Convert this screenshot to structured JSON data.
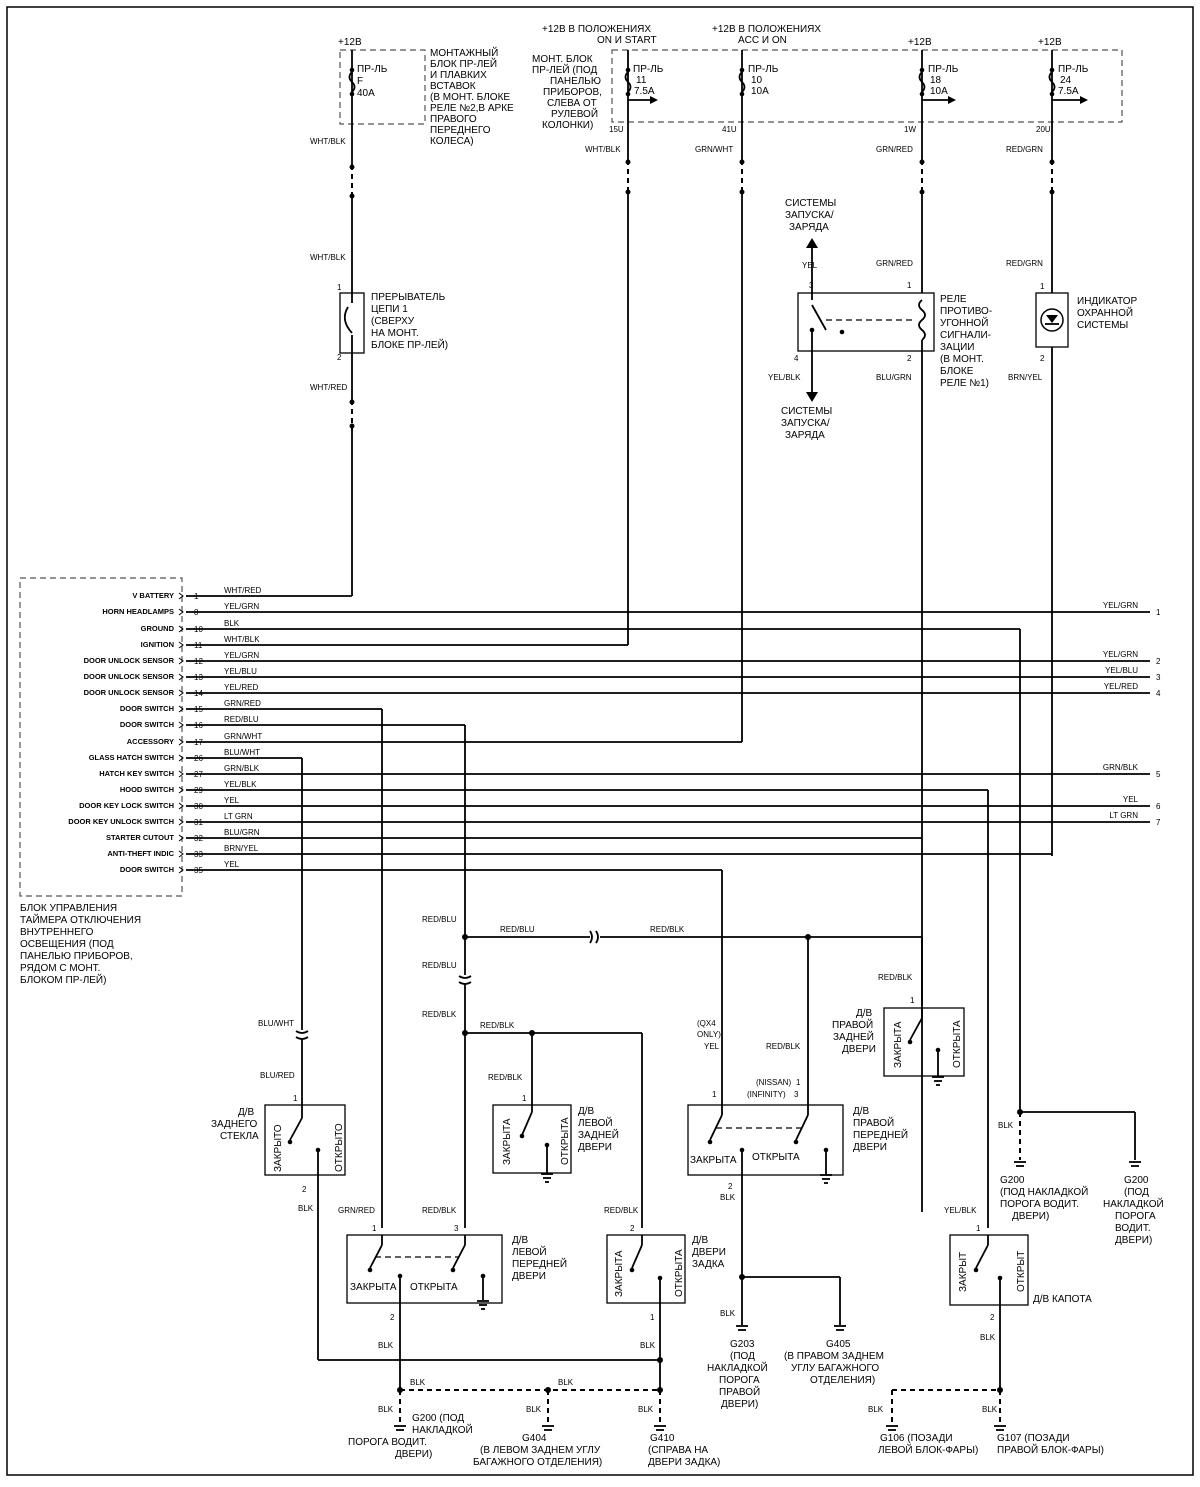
{
  "power": {
    "b12": "+12В",
    "b12_start": "+12В В ПОЛОЖЕНИЯХ",
    "b12_start2": "ON И START",
    "b12_acc": "+12В В ПОЛОЖЕНИЯХ",
    "b12_acc2": "ACC И ON"
  },
  "fuseblock_main": [
    "МОНТАЖНЫЙ",
    "БЛОК ПР-ЛЕЙ",
    "И ПЛАВКИХ",
    "ВСТАВОК",
    "(В МОНТ. БЛОКЕ",
    "РЕЛЕ №2,В АРКЕ",
    "ПРАВОГО",
    "ПЕРЕДНЕГО",
    "КОЛЕСА)"
  ],
  "fuseblock_dash": [
    "МОНТ. БЛОК",
    "ПР-ЛЕЙ (ПОД",
    "ПАНЕЛЬЮ",
    "ПРИБОРОВ,",
    "СЛЕВА ОТ",
    "РУЛЕВОЙ",
    "КОЛОНКИ)"
  ],
  "fuses": [
    {
      "l1": "ПР-ЛЬ",
      "l2": "F",
      "l3": "40A"
    },
    {
      "l1": "ПР-ЛЬ",
      "l2": "11",
      "l3": "7.5A"
    },
    {
      "l1": "ПР-ЛЬ",
      "l2": "10",
      "l3": "10A"
    },
    {
      "l1": "ПР-ЛЬ",
      "l2": "18",
      "l3": "10A"
    },
    {
      "l1": "ПР-ЛЬ",
      "l2": "24",
      "l3": "7.5A"
    }
  ],
  "conn": {
    "c15u": "15U",
    "c41u": "41U",
    "c1w": "1W",
    "c20u": "20U"
  },
  "wires": {
    "wht_blk": "WHT/BLK",
    "grn_wht": "GRN/WHT",
    "grn_red": "GRN/RED",
    "red_grn": "RED/GRN",
    "wht_red": "WHT/RED",
    "yel": "YEL",
    "yel_blk": "YEL/BLK",
    "blu_grn": "BLU/GRN",
    "brn_yel": "BRN/YEL",
    "red_blu": "RED/BLU",
    "red_blk": "RED/BLK",
    "blu_wht": "BLU/WHT",
    "blu_red": "BLU/RED",
    "blk": "BLK",
    "grn_blk": "GRN/BLK",
    "lt_grn": "LT GRN",
    "yel_grn": "YEL/GRN",
    "yel_blu": "YEL/BLU",
    "yel_red": "YEL/RED"
  },
  "breaker": [
    "ПРЕРЫВАТЕЛЬ",
    "ЦЕПИ 1",
    "(СВЕРХУ",
    "НА МОНТ.",
    "БЛОКЕ ПР-ЛЕЙ)"
  ],
  "starting_systems": [
    "СИСТЕМЫ",
    "ЗАПУСКА/",
    "ЗАРЯДА"
  ],
  "relay": [
    "РЕЛЕ",
    "ПРОТИВО-",
    "УГОННОЙ",
    "СИГНАЛИ-",
    "ЗАЦИИ",
    "(В МОНТ.",
    "БЛОКЕ",
    "РЕЛЕ №1)"
  ],
  "indicator": [
    "ИНДИКАТОР",
    "ОХРАННОЙ",
    "СИСТЕМЫ"
  ],
  "module": {
    "pins": [
      {
        "n": "1",
        "name": "V BATTERY",
        "wire": "WHT/RED"
      },
      {
        "n": "8",
        "name": "HORN HEADLAMPS",
        "wire": "YEL/GRN"
      },
      {
        "n": "10",
        "name": "GROUND",
        "wire": "BLK"
      },
      {
        "n": "11",
        "name": "IGNITION",
        "wire": "WHT/BLK"
      },
      {
        "n": "12",
        "name": "DOOR UNLOCK SENSOR",
        "wire": "YEL/GRN"
      },
      {
        "n": "13",
        "name": "DOOR UNLOCK SENSOR",
        "wire": "YEL/BLU"
      },
      {
        "n": "14",
        "name": "DOOR UNLOCK SENSOR",
        "wire": "YEL/RED"
      },
      {
        "n": "15",
        "name": "DOOR SWITCH",
        "wire": "GRN/RED"
      },
      {
        "n": "16",
        "name": "DOOR SWITCH",
        "wire": "RED/BLU"
      },
      {
        "n": "17",
        "name": "ACCESSORY",
        "wire": "GRN/WHT"
      },
      {
        "n": "26",
        "name": "GLASS HATCH SWITCH",
        "wire": "BLU/WHT"
      },
      {
        "n": "27",
        "name": "HATCH KEY SWITCH",
        "wire": "GRN/BLK"
      },
      {
        "n": "29",
        "name": "HOOD SWITCH",
        "wire": "YEL/BLK"
      },
      {
        "n": "30",
        "name": "DOOR KEY LOCK SWITCH",
        "wire": "YEL"
      },
      {
        "n": "31",
        "name": "DOOR KEY UNLOCK SWITCH",
        "wire": "LT GRN"
      },
      {
        "n": "32",
        "name": "STARTER CUTOUT",
        "wire": "BLU/GRN"
      },
      {
        "n": "33",
        "name": "ANTI-THEFT INDIC",
        "wire": "BRN/YEL"
      },
      {
        "n": "35",
        "name": "DOOR SWITCH",
        "wire": "YEL"
      }
    ],
    "caption": [
      "БЛОК УПРАВЛЕНИЯ",
      "ТАЙМЕРА ОТКЛЮЧЕНИЯ",
      "ВНУТРЕННЕГО",
      "ОСВЕЩЕНИЯ (ПОД",
      "ПАНЕЛЬЮ ПРИБОРОВ,",
      "РЯДОМ С МОНТ.",
      "БЛОКОМ ПР-ЛЕЙ)"
    ]
  },
  "right_ends": [
    {
      "wire": "YEL/GRN",
      "n": "1"
    },
    {
      "wire": "YEL/GRN",
      "n": "2"
    },
    {
      "wire": "YEL/BLU",
      "n": "3"
    },
    {
      "wire": "YEL/RED",
      "n": "4"
    },
    {
      "wire": "GRN/BLK",
      "n": "5"
    },
    {
      "wire": "YEL",
      "n": "6"
    },
    {
      "wire": "LT GRN",
      "n": "7"
    }
  ],
  "switches": {
    "rear_glass": [
      "Д/В",
      "ЗАДНЕГО",
      "СТЕКЛА"
    ],
    "left_rear": [
      "Д/В",
      "ЛЕВОЙ",
      "ЗАДНЕЙ",
      "ДВЕРИ"
    ],
    "left_front": [
      "Д/В",
      "ЛЕВОЙ",
      "ПЕРЕДНЕЙ",
      "ДВЕРИ"
    ],
    "hatch": [
      "Д/В",
      "ДВЕРИ",
      "ЗАДКА"
    ],
    "right_rear": [
      "Д/В",
      "ПРАВОЙ",
      "ЗАДНЕЙ",
      "ДВЕРИ"
    ],
    "right_front": [
      "Д/В",
      "ПРАВОЙ",
      "ПЕРЕДНЕЙ",
      "ДВЕРИ"
    ],
    "hood": "Д/В КАПОТА",
    "closed": "ЗАКРЫТО",
    "open": "ОТКРЫТО",
    "closed_a": "ЗАКРЫТА",
    "open_a": "ОТКРЫТА",
    "closed_t": "ЗАКРЫТ",
    "open_t": "ОТКРЫТ",
    "qx4": [
      "(QX4",
      "ONLY)"
    ],
    "nissan": "(NISSAN)",
    "infinity": "(INFINITY)"
  },
  "grounds": {
    "g200a": [
      "G200",
      "(ПОД НАКЛАДКОЙ",
      "ПОРОГА ВОДИТ.",
      "ДВЕРИ)"
    ],
    "g200b": [
      "G200",
      "(ПОД",
      "НАКЛАДКОЙ",
      "ПОРОГА",
      "ВОДИТ.",
      "ДВЕРИ)"
    ],
    "g203": [
      "G203",
      "(ПОД",
      "НАКЛАДКОЙ",
      "ПОРОГА",
      "ПРАВОЙ",
      "ДВЕРИ)"
    ],
    "g405": [
      "G405",
      "(В ПРАВОМ ЗАДНЕМ",
      "УГЛУ БАГАЖНОГО",
      "ОТДЕЛЕНИЯ)"
    ],
    "g200c": [
      "G200 (ПОД",
      "НАКЛАДКОЙ",
      "ПОРОГА ВОДИТ.",
      "ДВЕРИ)"
    ],
    "g404": [
      "G404",
      "(В ЛЕВОМ ЗАДНЕМ УГЛУ",
      "БАГАЖНОГО ОТДЕЛЕНИЯ)"
    ],
    "g410": [
      "G410",
      "(СПРАВА НА",
      "ДВЕРИ ЗАДКА)"
    ],
    "g106": [
      "G106 (ПОЗАДИ",
      "ЛЕВОЙ БЛОК-ФАРЫ)"
    ],
    "g107": [
      "G107 (ПОЗАДИ",
      "ПРАВОЙ БЛОК-ФАРЫ)"
    ]
  }
}
